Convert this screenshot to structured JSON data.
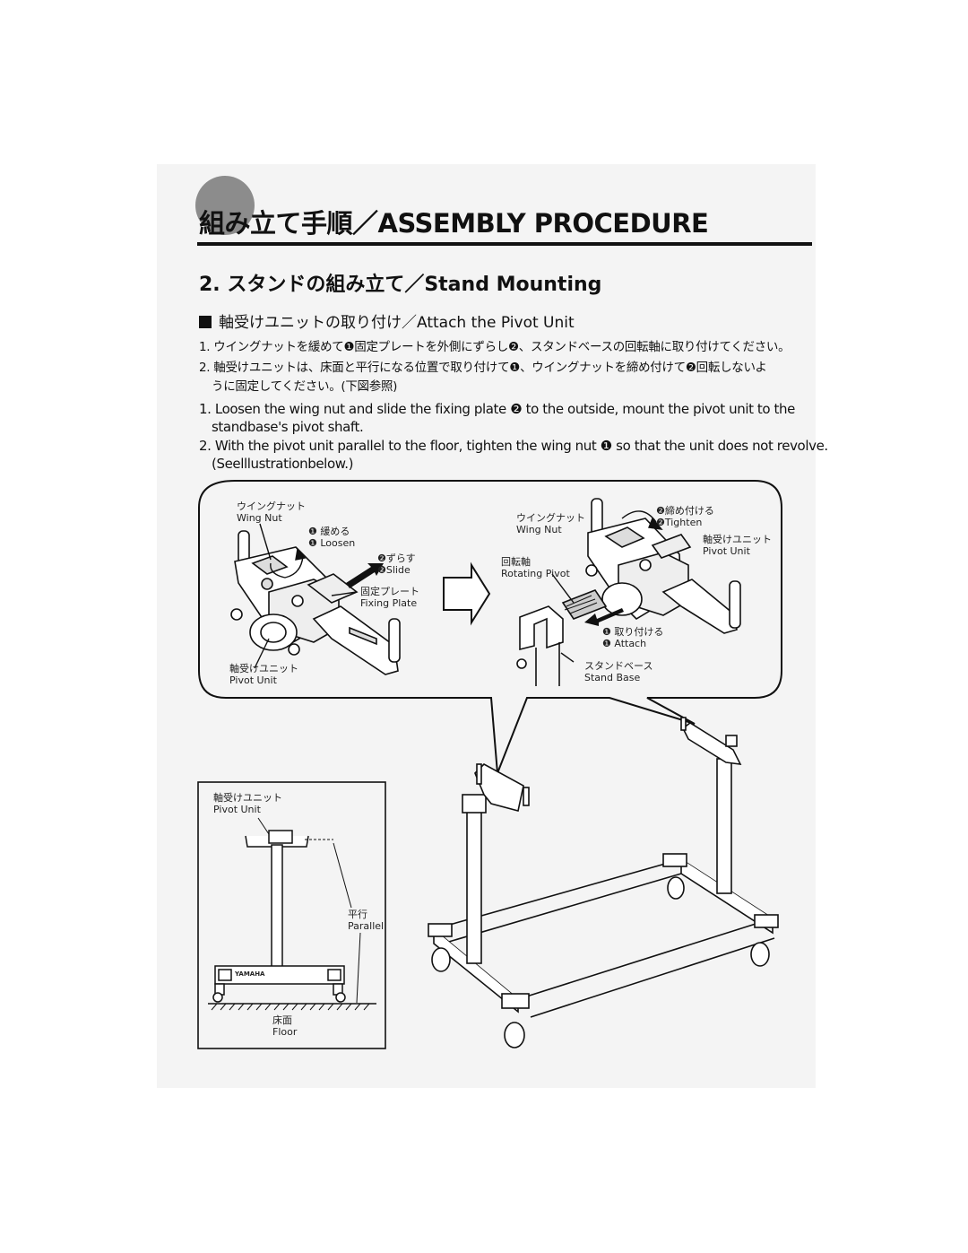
{
  "header": {
    "title": "組み立て手順／ASSEMBLY PROCEDURE",
    "section": "2. スタンドの組み立て／Stand Mounting",
    "subsection": "軸受けユニットの取り付け／Attach the Pivot Unit"
  },
  "instructions_jp": [
    "1. ウイングナットを緩めて❶固定プレートを外側にずらし❷、スタンドベースの回転軸に取り付けてください。",
    "2. 軸受けユニットは、床面と平行になる位置で取り付けて❶、ウイングナットを締め付けて❷回転しないよ",
    "うに固定してください。(下図参照)"
  ],
  "instructions_en": [
    "1. Loosen the wing nut and slide the fixing plate ❷ to the outside, mount the pivot unit to the",
    "standbase's pivot shaft.",
    "2. With the pivot unit parallel to the floor, tighten the wing nut ❶ so that the unit does not revolve.",
    "(Seelllustrationbelow.)"
  ],
  "callout_left": {
    "wing_nut_jp": "ウイングナット",
    "wing_nut_en": "Wing Nut",
    "loosen_jp": "❶ 緩める",
    "loosen_en": "❶ Loosen",
    "slide_jp": "❷ずらす",
    "slide_en": "❷Slide",
    "fixing_plate_jp": "固定プレート",
    "fixing_plate_en": "Fixing Plate",
    "pivot_unit_jp": "軸受けユニット",
    "pivot_unit_en": "Pivot Unit"
  },
  "callout_right": {
    "tighten_jp": "❷締め付ける",
    "tighten_en": "❷Tighten",
    "wing_nut_jp": "ウイングナット",
    "wing_nut_en": "Wing Nut",
    "pivot_unit_jp": "軸受けユニット",
    "pivot_unit_en": "Pivot Unit",
    "rotating_pivot_jp": "回転軸",
    "rotating_pivot_en": "Rotating Pivot",
    "attach_jp": "❶ 取り付ける",
    "attach_en": "❶ Attach",
    "stand_base_jp": "スタンドベース",
    "stand_base_en": "Stand Base"
  },
  "side_view": {
    "pivot_unit_jp": "軸受けユニット",
    "pivot_unit_en": "Pivot Unit",
    "parallel_jp": "平行",
    "parallel_en": "Parallel",
    "floor_jp": "床面",
    "floor_en": "Floor",
    "brand": "YAMAHA"
  }
}
